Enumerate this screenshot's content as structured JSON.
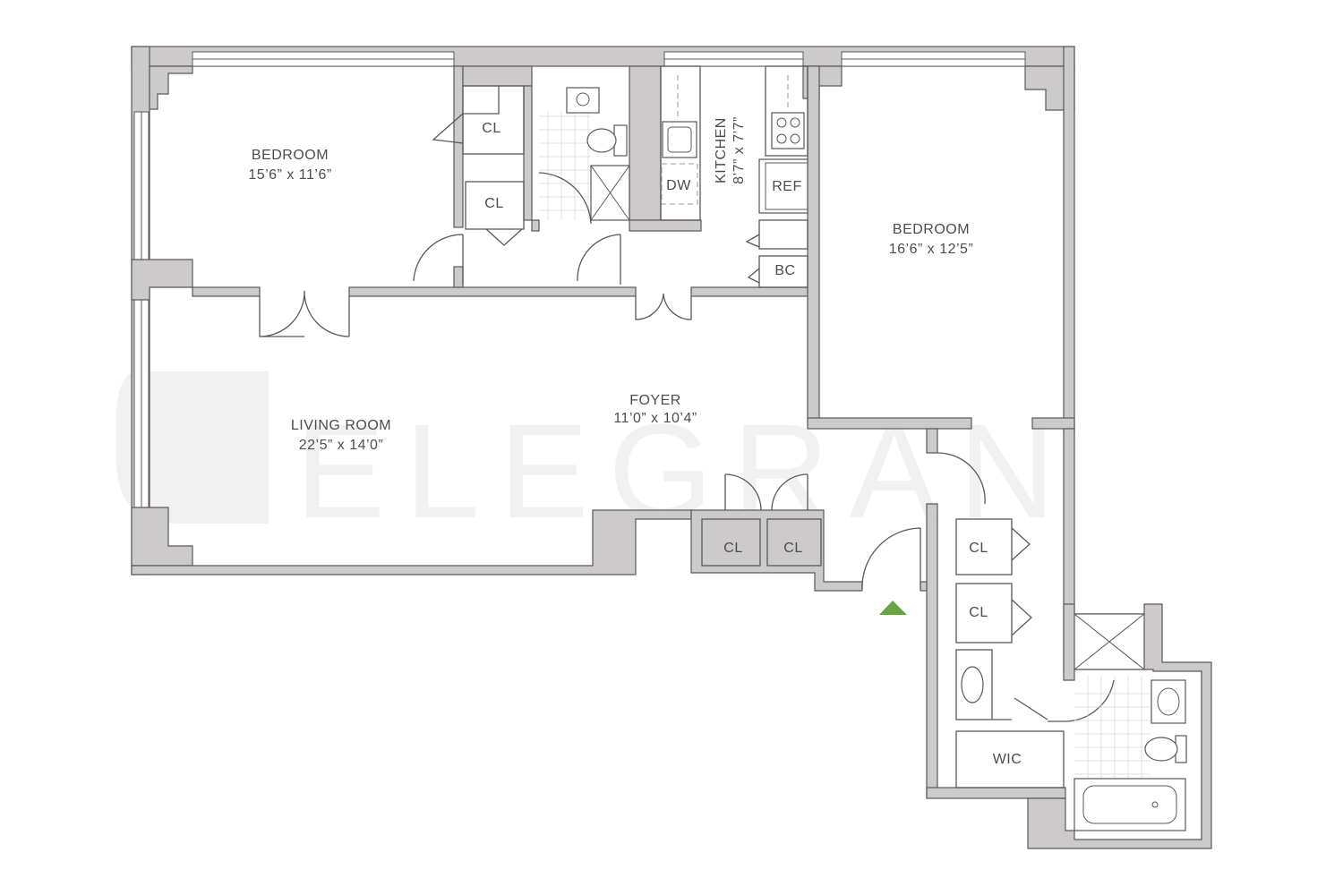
{
  "watermark": {
    "text": "ELEGRAN"
  },
  "rooms": {
    "bedroom_1": {
      "name": "BEDROOM",
      "dims": "15’6” x 11’6”"
    },
    "bedroom_2": {
      "name": "BEDROOM",
      "dims": "16’6” x 12’5”"
    },
    "living_room": {
      "name": "LIVING ROOM",
      "dims": "22’5” x 14’0”"
    },
    "foyer": {
      "name": "FOYER",
      "dims": "11’0” x 10’4”"
    },
    "kitchen": {
      "name": "KITCHEN",
      "dims": "8’7” x 7’7”"
    }
  },
  "fixtures": {
    "closet": "CL",
    "dishwasher": "DW",
    "refrigerator": "REF",
    "broom_closet": "BC",
    "walk_in_closet": "WIC"
  },
  "colors": {
    "wall_fill": "#cccacb",
    "wall_line": "#58595b",
    "entry_marker": "#6aa343",
    "watermark": "#e6e6e8"
  },
  "icons": [
    "entry-arrow-icon",
    "sink-icon",
    "toilet-icon",
    "shower-icon",
    "bathtub-icon",
    "stove-icon"
  ]
}
